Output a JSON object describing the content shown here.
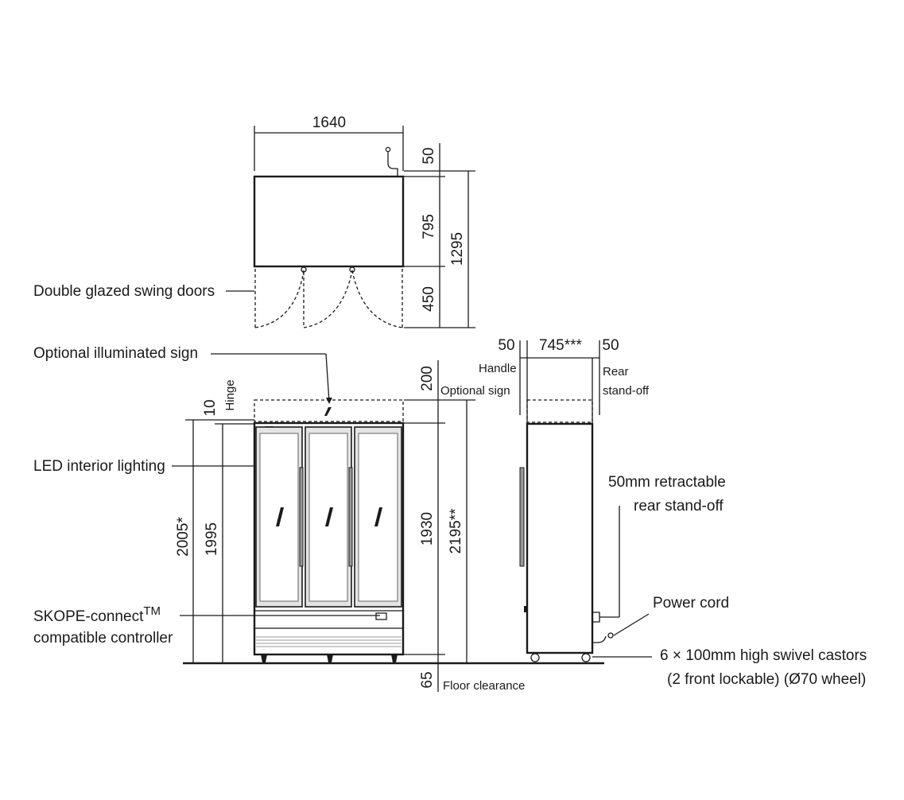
{
  "dimensions": {
    "width_total": "1640",
    "top_rear": "50",
    "depth_body": "795",
    "door_swing": "450",
    "depth_total": "1295",
    "sign_height": "200",
    "hinge_height": "10",
    "height_with_hinge": "2005*",
    "height_body": "1995",
    "height_glass": "1930",
    "height_with_sign": "2195**",
    "floor_clearance": "65",
    "side_handle": "50",
    "side_depth": "745***",
    "side_rear": "50"
  },
  "labels": {
    "double_glazed_doors": "Double glazed swing doors",
    "optional_sign": "Optional illuminated sign",
    "led_lighting": "LED interior lighting",
    "skope_line1": "SKOPE-connect",
    "skope_tm": "TM",
    "skope_line2": "compatible controller",
    "hinge": "Hinge",
    "optional_sign_short": "Optional sign",
    "floor_clearance": "Floor clearance",
    "handle": "Handle",
    "rear_line1": "Rear",
    "rear_line2": "stand-off",
    "standoff_line1": "50mm retractable",
    "standoff_line2": "rear stand-off",
    "power_cord": "Power cord",
    "castors_line1": "6 × 100mm high swivel castors",
    "castors_line2": "(2 front lockable) (Ø70 wheel)"
  }
}
